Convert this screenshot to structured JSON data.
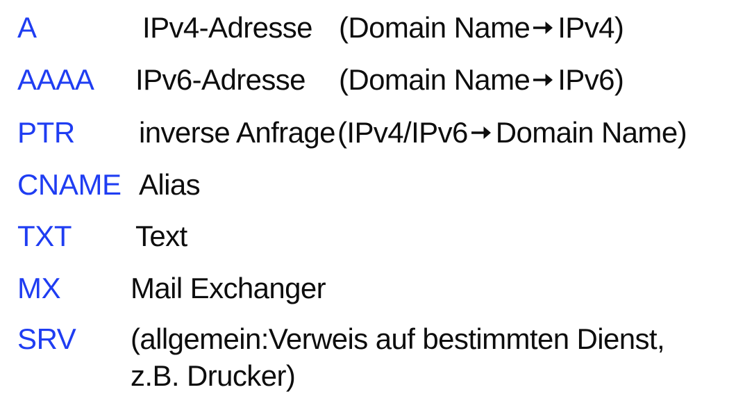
{
  "slide": {
    "background_color": "#ffffff",
    "type_color": "#1f3df2",
    "text_color": "#0d0d0d",
    "arrow_glyph": "arrow-right-icon"
  },
  "records": [
    {
      "type": "A",
      "description": "IPv4-Adresse",
      "note_before": "(Domain Name",
      "note_after": "IPv4)",
      "has_arrow": true
    },
    {
      "type": "AAAA",
      "description": "IPv6-Adresse",
      "note_before": "(Domain Name",
      "note_after": "IPv6)",
      "has_arrow": true
    },
    {
      "type": "PTR",
      "description": "inverse Anfrage",
      "note_before": "(IPv4/IPv6",
      "note_after": "Domain Name)",
      "has_arrow": true
    },
    {
      "type": "CNAME",
      "description": "Alias",
      "note_before": "",
      "note_after": "",
      "has_arrow": false
    },
    {
      "type": "TXT",
      "description": "Text",
      "note_before": "",
      "note_after": "",
      "has_arrow": false
    },
    {
      "type": "MX",
      "description": "Mail Exchanger",
      "note_before": "",
      "note_after": "",
      "has_arrow": false
    },
    {
      "type": "SRV",
      "description": "(allgemein:Verweis auf bestimmten Dienst,",
      "description_line2": "z.B. Drucker)",
      "note_before": "",
      "note_after": "",
      "has_arrow": false
    }
  ]
}
